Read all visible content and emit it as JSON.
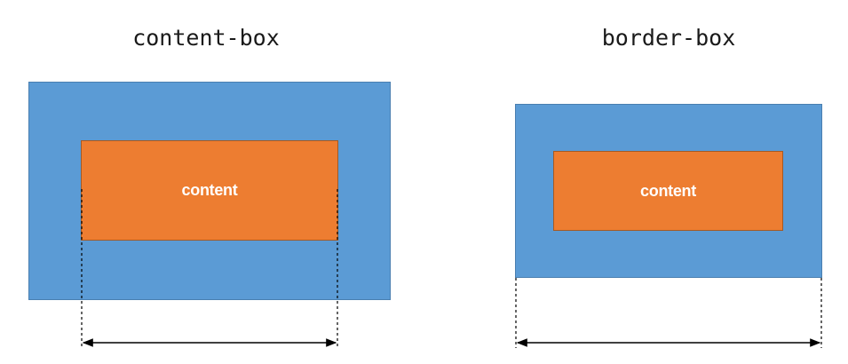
{
  "diagram": {
    "left": {
      "title": "content-box",
      "content_label": "content"
    },
    "right": {
      "title": "border-box",
      "content_label": "content"
    }
  },
  "colors": {
    "outer_box": "#5b9bd5",
    "content_box": "#ed7d31",
    "content_text": "#ffffff",
    "dimension_lines": "#000000"
  }
}
